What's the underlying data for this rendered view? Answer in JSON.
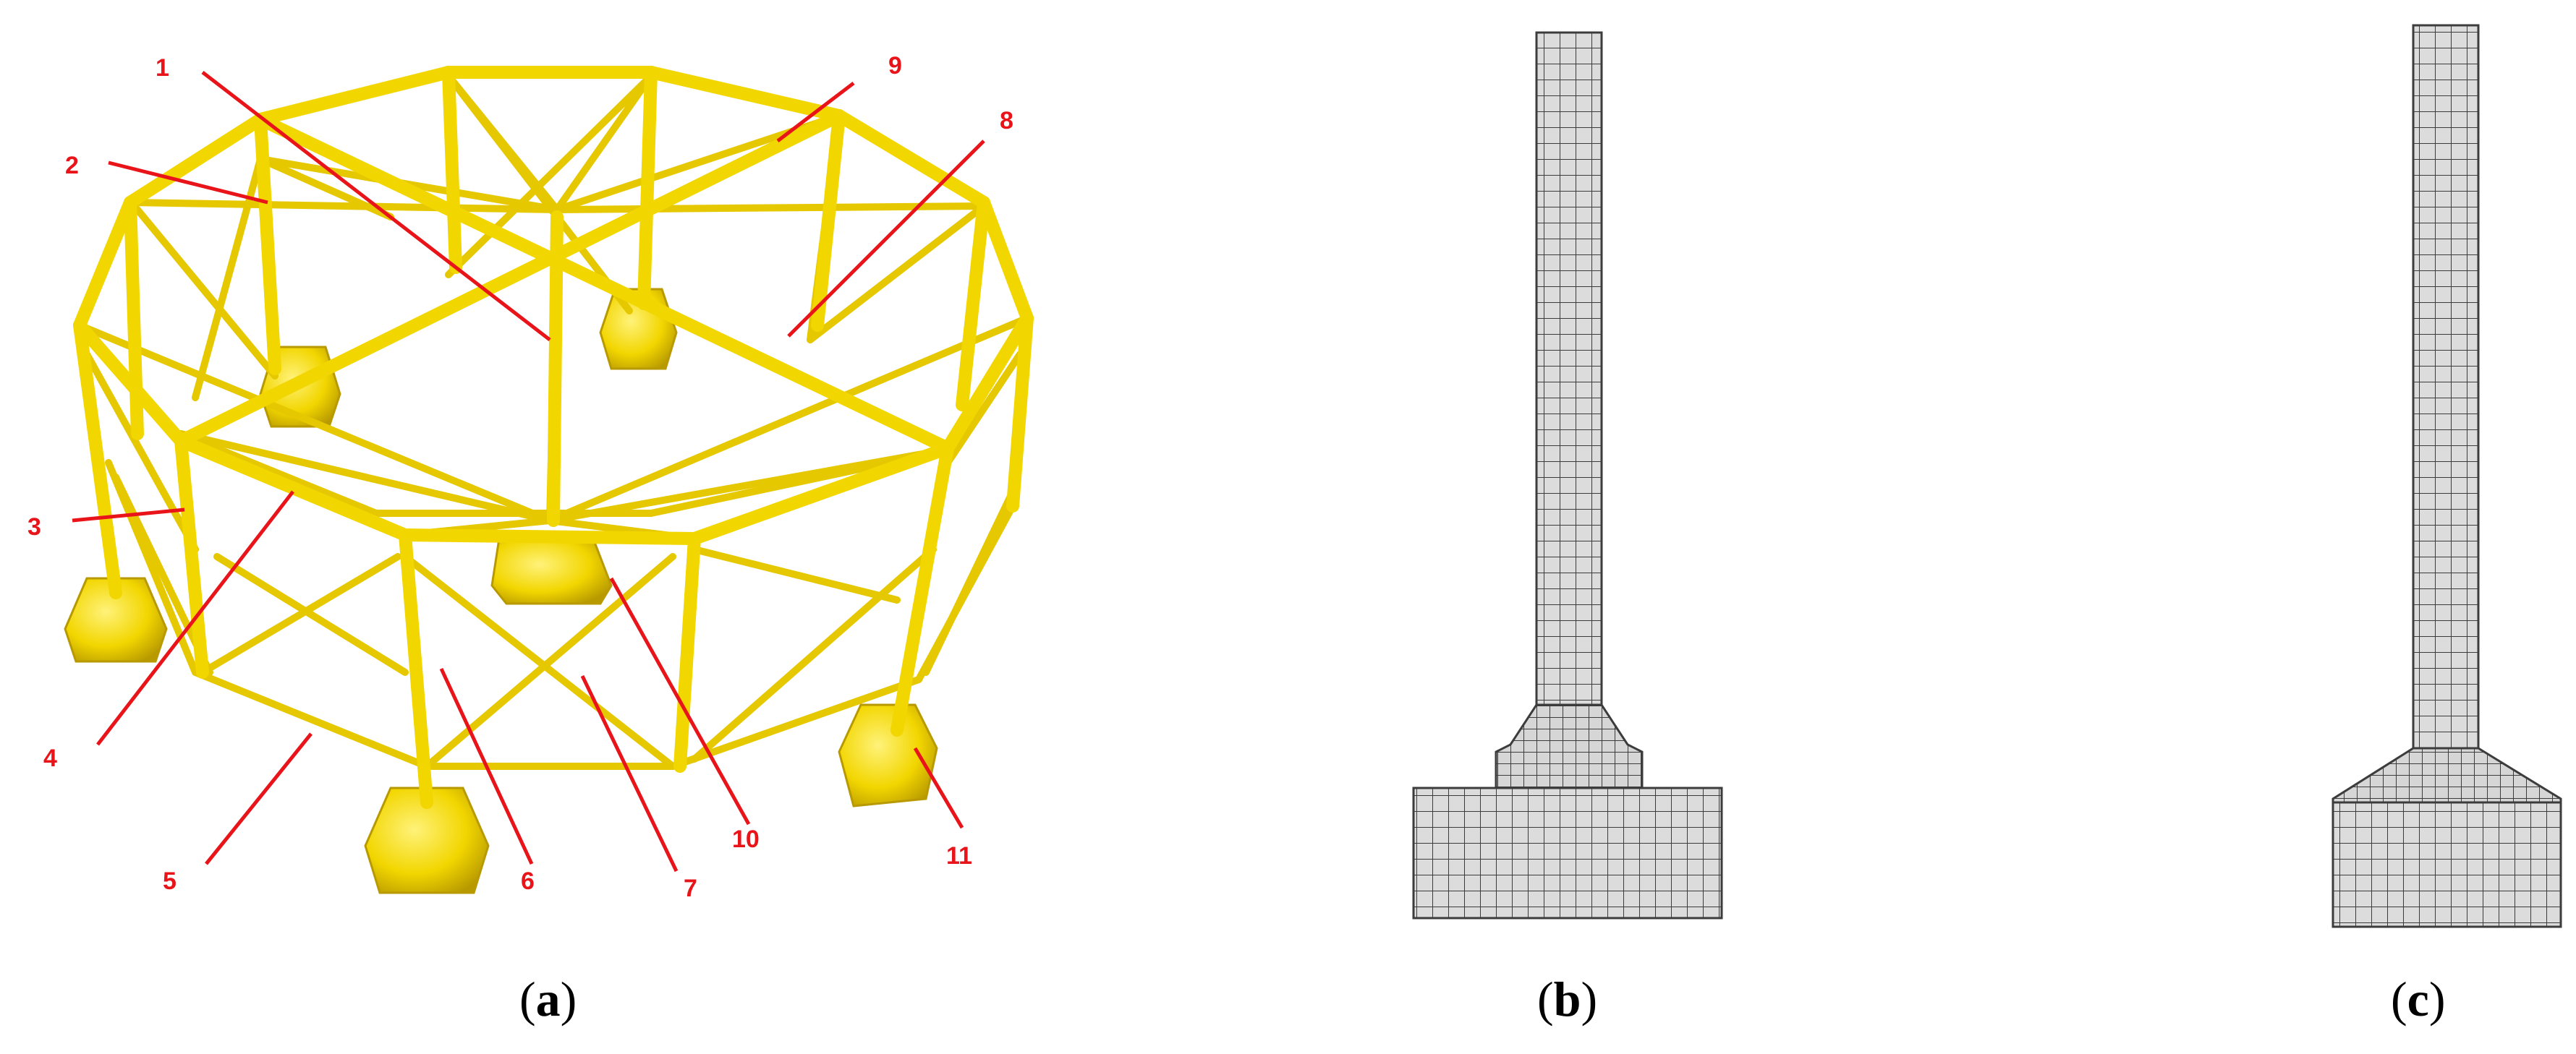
{
  "colors": {
    "structure": "#f2d600",
    "structure_dark": "#c9a800",
    "leader": "#e8141a",
    "mesh_fill": "#dcdcdc",
    "mesh_line": "#3c3c3c"
  },
  "panel_a": {
    "callouts": [
      "1",
      "2",
      "3",
      "4",
      "5",
      "6",
      "7",
      "8",
      "9",
      "10",
      "11"
    ]
  },
  "captions": {
    "a": {
      "open": "(",
      "letter": "a",
      "close": ")"
    },
    "b": {
      "open": "(",
      "letter": "b",
      "close": ")"
    },
    "c": {
      "open": "(",
      "letter": "c",
      "close": ")"
    }
  }
}
